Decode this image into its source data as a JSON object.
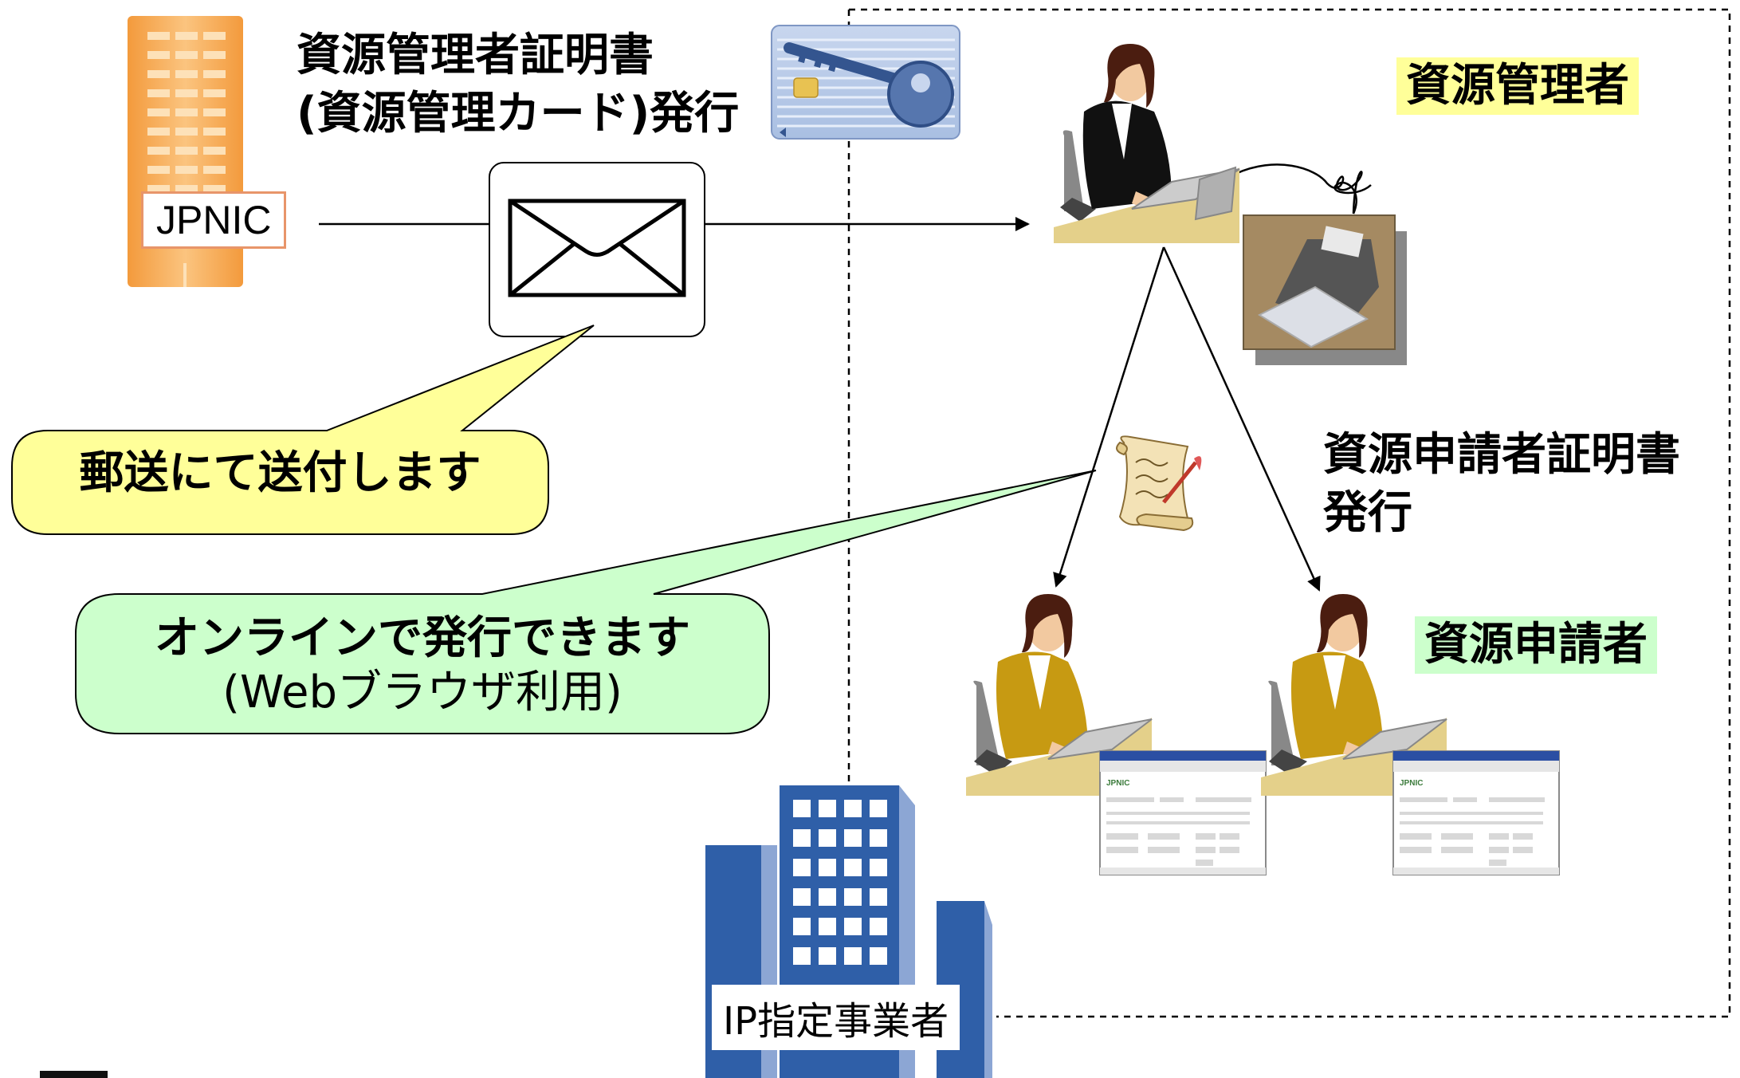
{
  "diagram": {
    "issuer": {
      "label": "JPNIC"
    },
    "card_issue": {
      "line1": "資源管理者証明書",
      "line2": "(資源管理カード)発行"
    },
    "postal_callout": {
      "text": "郵送にて送付します"
    },
    "online_callout": {
      "line1": "オンラインで発行できます",
      "line2": "(Webブラウザ利用)"
    },
    "admin": {
      "label": "資源管理者"
    },
    "applicant_cert": {
      "line1": "資源申請者証明書",
      "line2": "発行"
    },
    "applicant": {
      "label": "資源申請者"
    },
    "lir": {
      "label": "IP指定事業者"
    },
    "colors": {
      "jpnic_orange": "#f6a54a",
      "building_blue": "#2f5fa8",
      "postal_callout_fill": "#ffff99",
      "online_callout_fill": "#ccffcc",
      "admin_suit": "#111111",
      "applicant_suit": "#c79a12"
    },
    "icons": [
      "jpnic-building-icon",
      "envelope-icon",
      "smartcard-key-icon",
      "card-reader-icon",
      "certificate-scroll-icon",
      "office-building-icon",
      "admin-person-icon",
      "applicant-person-icon",
      "browser-window-icon"
    ]
  }
}
